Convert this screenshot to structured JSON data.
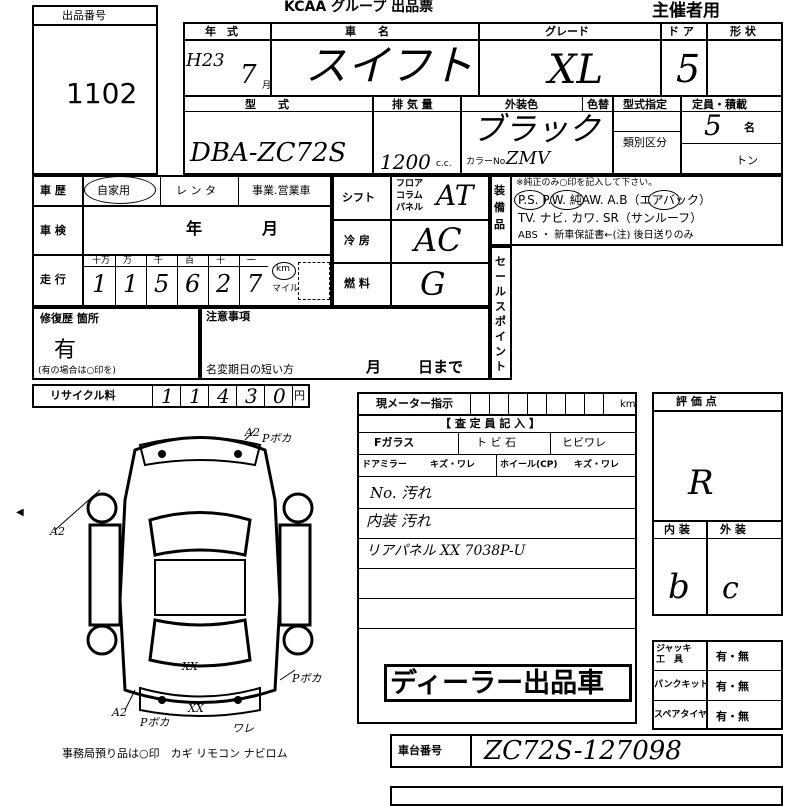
{
  "header": {
    "title": "KCAA グループ 出品票",
    "organizer": "主催者用",
    "lot_label": "出品番号",
    "lot_number": "1102"
  },
  "vehicle": {
    "year_label": "年　式",
    "name_label": "車　　名",
    "grade_label": "グレード",
    "door_label": "ド ア",
    "body_label": "形 状",
    "year_value": "H23",
    "month_value": "7",
    "month_unit": "月",
    "name_value": "スイフト",
    "grade_value": "XL",
    "door_value": "5",
    "model_label": "型　　式",
    "disp_label": "排 気 量",
    "ext_color_label": "外装色",
    "color_change_label": "色替",
    "type_spec_label": "型式指定",
    "capacity_label": "定員・積載",
    "class_label": "類別区分",
    "model_value": "DBA-ZC72S",
    "disp_value": "1200",
    "disp_unit": "c.c.",
    "ext_color_value": "ブラック",
    "color_no_label": "カラーNo.",
    "color_no_value": "ZMV",
    "capacity_value": "5",
    "capacity_unit": "名",
    "load_unit": "トン"
  },
  "history": {
    "history_label": "車 歴",
    "private_label": "自家用",
    "rental_label": "レ ン タ",
    "business_label": "事業.営業車",
    "inspection_label": "車 検",
    "inspection_year": "年",
    "inspection_month": "月",
    "mileage_label": "走 行",
    "digit_labels": [
      "十万",
      "万",
      "千",
      "百",
      "十",
      "一"
    ],
    "mileage_digits": [
      "1",
      "1",
      "5",
      "6",
      "2",
      "7"
    ],
    "km_label": "km",
    "mile_label": "マイル",
    "shift_label": "シフト",
    "shift_options": "フロア\nコラム\nパネル",
    "shift_value": "AT",
    "ac_label": "冷 房",
    "ac_value": "AC",
    "fuel_label": "燃 料",
    "fuel_value": "G",
    "equip_label": "装備品",
    "equip_note": "※純正のみ○印を記入して下さい。",
    "equip_line1": "P.S.  P.W.  純AW.  A.B（エアバック）",
    "equip_line2": "TV. ナビ. カワ. SR（サンルーフ）",
    "equip_line3": "ABS ・ 新車保証書←(注) 後日送りのみ",
    "sales_point_label": "セールスポイント",
    "repair_label": "修復歴 箇所",
    "repair_value": "有",
    "repair_note": "(有の場合は○印を)",
    "notes_label": "注意事項",
    "name_change_label": "名変期日の短い方",
    "month_label": "月",
    "day_label": "日まで"
  },
  "recycle": {
    "label": "リサイクル料",
    "digits": [
      "1",
      "1",
      "4",
      "3",
      "0"
    ],
    "unit": "円"
  },
  "inspector": {
    "meter_label": "現メーター指示",
    "meter_unit": "km",
    "header": "【 査 定 員 記 入 】",
    "f_glass": "Fガラス",
    "chip": "ト ビ 石",
    "crack": "ヒビワレ",
    "mirror": "ドアミラー",
    "scratch": "キズ・ワレ",
    "wheel": "ホイール(CP)",
    "scratch2": "キズ・ワレ",
    "note1": "No. 汚れ",
    "note2": "内装 汚れ",
    "note3": "リアパネル XX   7038P-U",
    "dealer_stamp": "ディーラー出品車"
  },
  "rating": {
    "label": "評 価 点",
    "value": "R",
    "interior_label": "内 装",
    "exterior_label": "外 装",
    "interior_value": "b",
    "exterior_value": "c"
  },
  "tools": {
    "jack_label": "ジャッキ\n工　具",
    "puncture_label": "パンクキット",
    "spare_label": "スペアタイヤ",
    "option": "有・無"
  },
  "chassis": {
    "label": "車台番号",
    "value": "ZC72S-127098"
  },
  "diagram": {
    "marks": [
      "A2",
      "Pボカ",
      "A2",
      "Pボカ",
      "A2",
      "Pボカ",
      "XX",
      "XX",
      "ワレ"
    ]
  },
  "footer": {
    "note": "事務局預り品は○印　カギ リモコン ナビロム"
  }
}
